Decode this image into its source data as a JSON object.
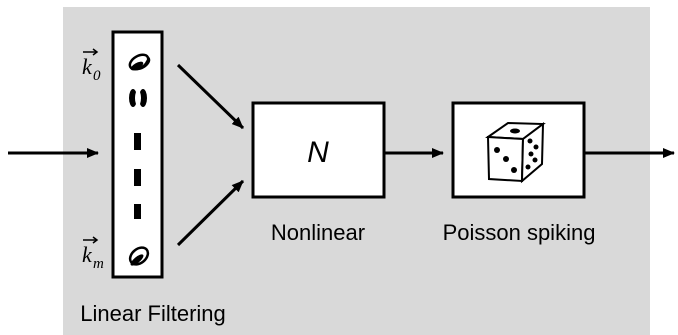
{
  "colors": {
    "panel": "#d9d9d9",
    "box_fill": "#ffffff",
    "stroke": "#000000"
  },
  "filter_bank": {
    "top_filter": {
      "symbol": "k",
      "subscript": "0"
    },
    "bottom_filter": {
      "symbol": "k",
      "subscript": "m"
    },
    "label": "Linear Filtering"
  },
  "nonlinear": {
    "symbol": "N",
    "label": "Nonlinear"
  },
  "spiking": {
    "icon": "dice-icon",
    "label": "Poisson spiking"
  }
}
